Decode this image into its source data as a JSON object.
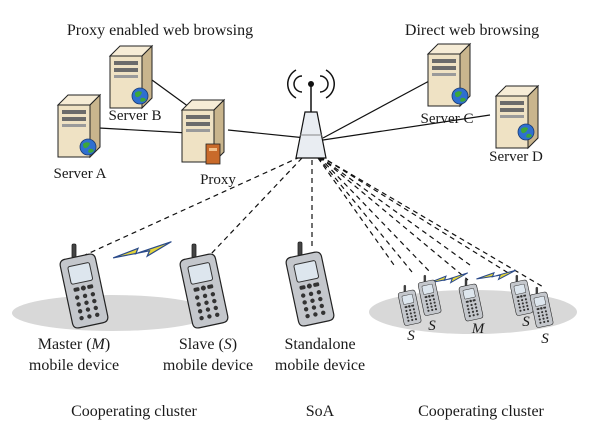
{
  "headings": {
    "proxy_side": "Proxy enabled web browsing",
    "direct_side": "Direct web browsing"
  },
  "servers": {
    "a": "Server A",
    "b": "Server B",
    "c": "Server C",
    "d": "Server D",
    "proxy": "Proxy"
  },
  "devices": {
    "master": {
      "line1_pre": "Master (",
      "line1_var": "M",
      "line1_post": ")",
      "line2": "mobile device"
    },
    "slave": {
      "line1_pre": "Slave (",
      "line1_var": "S",
      "line1_post": ")",
      "line2": "mobile device"
    },
    "standalone": {
      "line1": "Standalone",
      "line2": "mobile device"
    }
  },
  "cluster_labels": {
    "s_left_1": "S",
    "s_left_2": "S",
    "m_center": "M",
    "s_right_1": "S",
    "s_right_2": "S"
  },
  "footer": {
    "left": "Cooperating cluster",
    "middle": "SoA",
    "right": "Cooperating cluster"
  },
  "icons": {
    "server": "server-tower-icon",
    "tower": "antenna-tower-icon",
    "phone": "mobile-phone-icon",
    "link": "wireless-link-icon"
  },
  "colors": {
    "server_body": "#efe2c4",
    "server_dark": "#c9b58d",
    "globe_blue": "#2f6fd0",
    "globe_green": "#3da63a",
    "phone_body": "#c4c7cc",
    "cluster_ellipse": "#d8d8d8",
    "wireless_link": "#e3d43a",
    "wireless_link_edge": "#2a4a8a"
  }
}
